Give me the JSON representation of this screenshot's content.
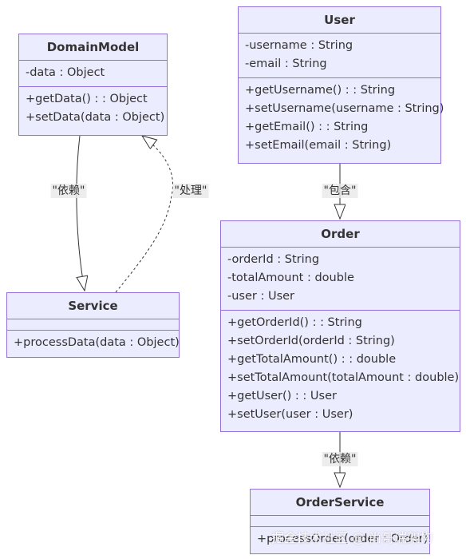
{
  "colors": {
    "class_fill": "#ececff",
    "class_border": "#9370db",
    "text": "#333333",
    "edge": "#333333",
    "label_bg": "#e8e8e8"
  },
  "classes": {
    "domain_model": {
      "name": "DomainModel",
      "attributes": [
        "-data : Object"
      ],
      "methods": [
        "+getData() : : Object",
        "+setData(data : Object)"
      ]
    },
    "user": {
      "name": "User",
      "attributes": [
        "-username : String",
        "-email : String"
      ],
      "methods": [
        "+getUsername() : : String",
        "+setUsername(username : String)",
        "+getEmail() : : String",
        "+setEmail(email : String)"
      ]
    },
    "service": {
      "name": "Service",
      "attributes": [],
      "methods": [
        "+processData(data : Object)"
      ]
    },
    "order": {
      "name": "Order",
      "attributes": [
        "-orderId : String",
        "-totalAmount : double",
        "-user : User"
      ],
      "methods": [
        "+getOrderId() : : String",
        "+setOrderId(orderId : String)",
        "+getTotalAmount() : : double",
        "+setTotalAmount(totalAmount : double)",
        "+getUser() : : User",
        "+setUser(user : User)"
      ]
    },
    "order_service": {
      "name": "OrderService",
      "attributes": [],
      "methods": [
        "+processOrder(order : Order)"
      ]
    }
  },
  "relations": {
    "domain_to_service": {
      "label": "\"依赖\"",
      "style": "solid"
    },
    "service_to_domain": {
      "label": "\"处理\"",
      "style": "dashed"
    },
    "user_to_order": {
      "label": "\"包含\"",
      "style": "solid"
    },
    "order_to_order_service": {
      "label": "\"依赖\"",
      "style": "solid"
    }
  },
  "watermark": "掘金技术社区 @ 尚哥瑞架构"
}
